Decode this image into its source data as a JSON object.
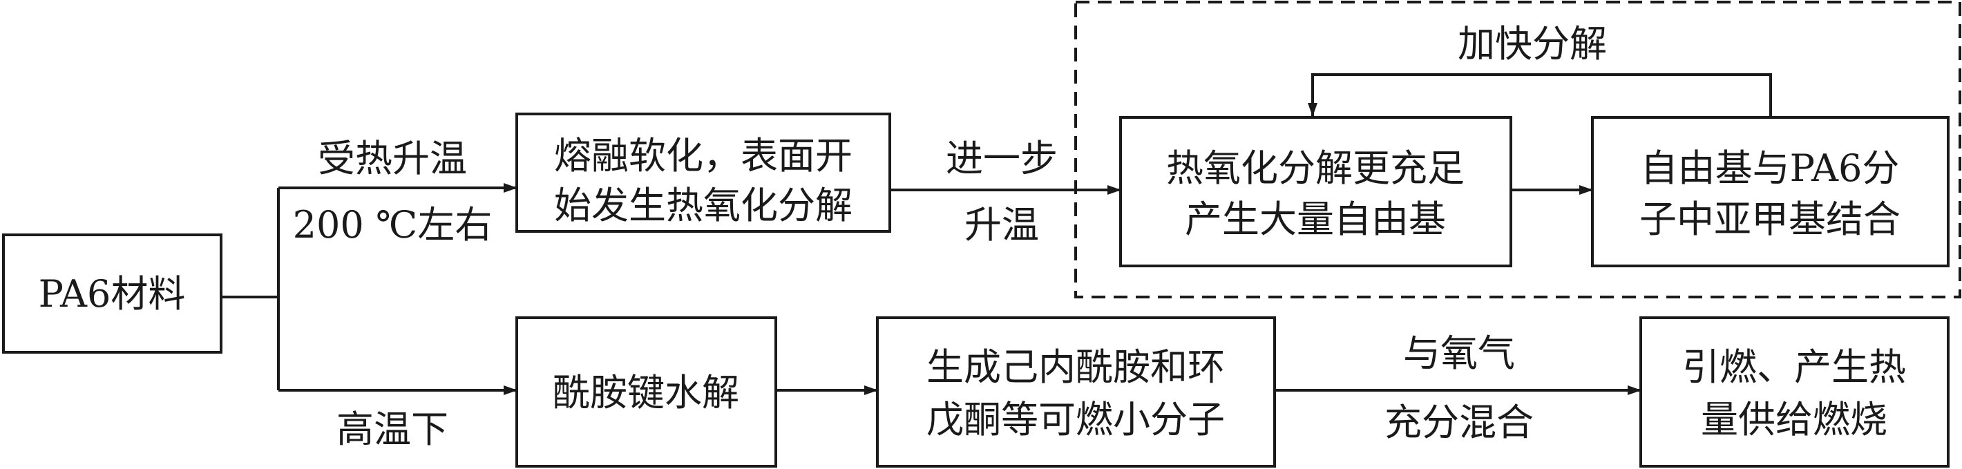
{
  "nodes": {
    "pa6_material": {
      "lines": [
        "PA6材料"
      ]
    },
    "melt_soften": {
      "lines": [
        "熔融软化，表面开",
        "始发生热氧化分解"
      ]
    },
    "thermo_oxidative": {
      "lines": [
        "热氧化分解更充足",
        "产生大量自由基"
      ]
    },
    "free_radical_bind": {
      "lines": [
        "自由基与PA6分",
        "子中亚甲基结合"
      ]
    },
    "amide_hydrolysis": {
      "lines": [
        "酰胺键水解"
      ]
    },
    "small_molecules": {
      "lines": [
        "生成己内酰胺和环",
        "戊酮等可燃小分子"
      ]
    },
    "ignite_burn": {
      "lines": [
        "引燃、产生热",
        "量供给燃烧"
      ]
    }
  },
  "edges": {
    "heat_upper": {
      "above": "受热升温",
      "below": "200 ℃左右"
    },
    "further_heat": {
      "above": "进一步",
      "below": "升温"
    },
    "high_temp": {
      "below": "高温下"
    },
    "mix_oxygen": {
      "above": "与氧气",
      "below": "充分混合"
    }
  },
  "group": {
    "label": "加快分解"
  }
}
